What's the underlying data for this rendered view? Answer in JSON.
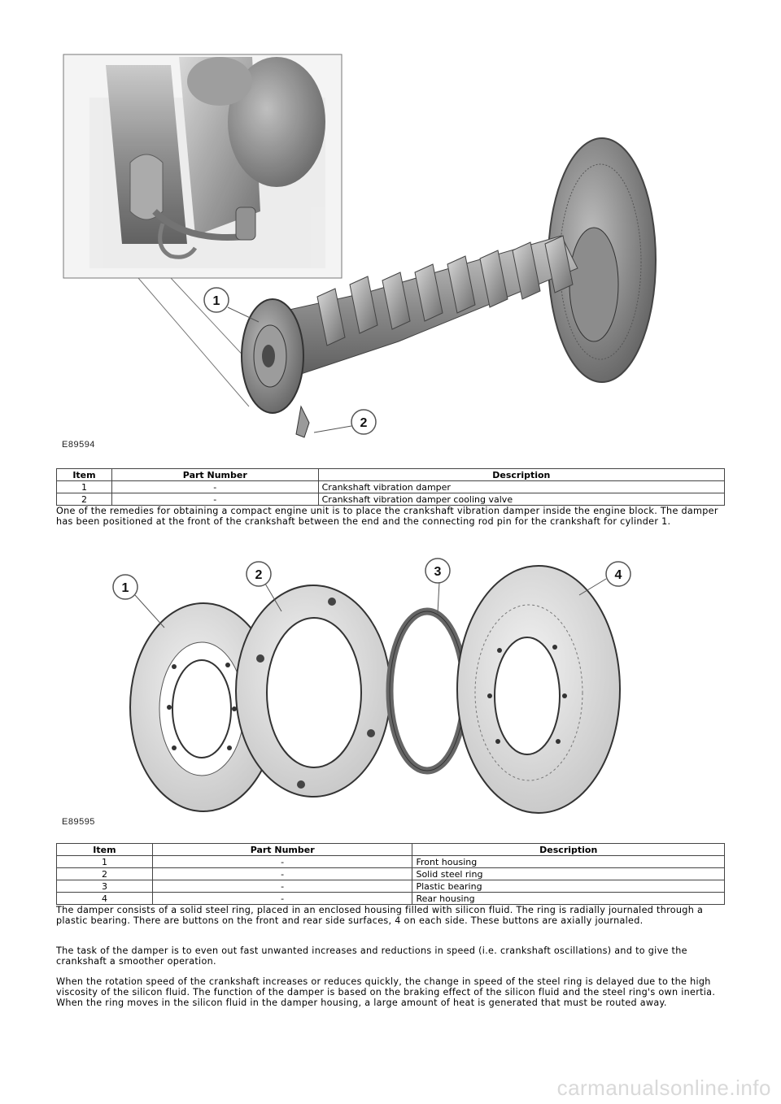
{
  "figure1": {
    "code": "E89594",
    "callouts": [
      "1",
      "2"
    ]
  },
  "table1": {
    "headers": [
      "Item",
      "Part Number",
      "Description"
    ],
    "rows": [
      [
        "1",
        "-",
        "Crankshaft vibration damper"
      ],
      [
        "2",
        "-",
        "Crankshaft vibration damper cooling valve"
      ]
    ]
  },
  "paragraph1": "One of the remedies for obtaining a compact engine unit is to place the crankshaft vibration damper inside the engine block. The damper has been positioned at the front of the crankshaft between the end and the connecting rod pin for the crankshaft for cylinder 1.",
  "figure2": {
    "code": "E89595",
    "callouts": [
      "1",
      "2",
      "3",
      "4"
    ]
  },
  "table2": {
    "headers": [
      "Item",
      "Part Number",
      "Description"
    ],
    "rows": [
      [
        "1",
        "-",
        "Front housing"
      ],
      [
        "2",
        "-",
        "Solid steel ring"
      ],
      [
        "3",
        "-",
        "Plastic bearing"
      ],
      [
        "4",
        "-",
        "Rear housing"
      ]
    ]
  },
  "paragraph2": "The damper consists of a solid steel ring, placed in an enclosed housing filled with silicon fluid. The ring is radially journaled through a plastic bearing. There are buttons on the front and rear side surfaces, 4 on each side. These buttons are axially journaled.",
  "paragraph3": "The task of the damper is to even out fast unwanted increases and reductions in speed (i.e. crankshaft oscillations) and to give the crankshaft a smoother operation.",
  "paragraph4": "When the rotation speed of the crankshaft increases or reduces quickly, the change in speed of the steel ring is delayed due to the high viscosity of the silicon fluid. The function of the damper is based on the braking effect of the silicon fluid and the steel ring's own inertia. When the ring moves in the silicon fluid in the damper housing, a large amount of heat is generated that must be routed away.",
  "footer": "carmanualsonline.info"
}
